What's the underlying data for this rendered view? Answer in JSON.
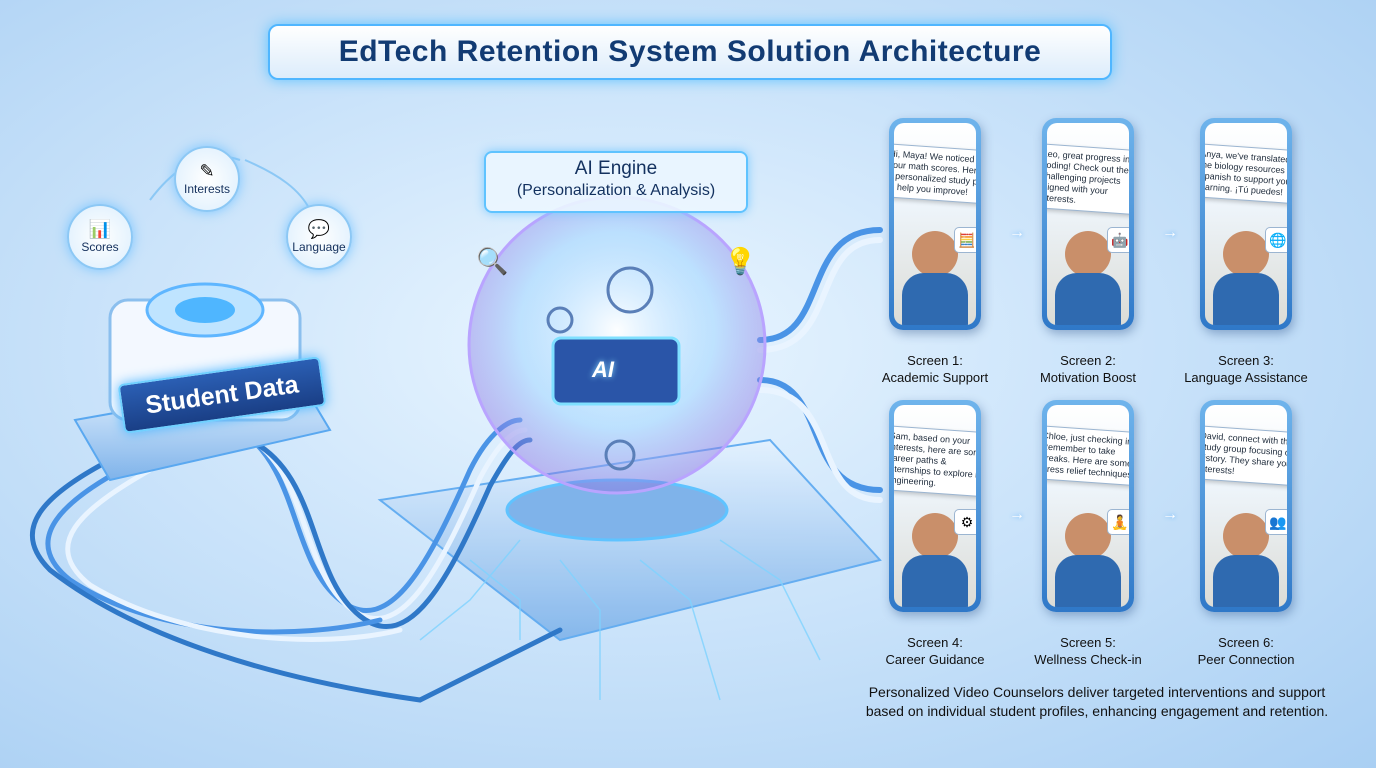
{
  "title": "EdTech Retention System Solution Architecture",
  "inputs": [
    {
      "label": "Interests",
      "icon": "pencil-icon",
      "glyph": "✎"
    },
    {
      "label": "Scores",
      "icon": "bar-chart-icon",
      "glyph": "📊"
    },
    {
      "label": "Language",
      "icon": "chat-bubble-icon",
      "glyph": "💬"
    }
  ],
  "student_data": {
    "label": "Student Data"
  },
  "ai_engine": {
    "title": "AI Engine",
    "subtitle": "(Personalization & Analysis)",
    "chip_label": "AI"
  },
  "screens": [
    {
      "title": "Screen 1:",
      "subtitle": "Academic Support",
      "message": "Hi, Maya! We noticed your math scores. Here's a personalized study plan to help you improve!",
      "icon": "calculator-icon",
      "glyph": "🧮"
    },
    {
      "title": "Screen 2:",
      "subtitle": "Motivation Boost",
      "message": "Leo, great progress in coding! Check out these challenging projects aligned with your interests.",
      "icon": "robot-icon",
      "glyph": "🤖"
    },
    {
      "title": "Screen 3:",
      "subtitle": "Language Assistance",
      "message": "Anya, we've translated the biology resources into Spanish to support your learning. ¡Tú puedes!",
      "icon": "translate-icon",
      "glyph": "🌐"
    },
    {
      "title": "Screen 4:",
      "subtitle": "Career Guidance",
      "message": "Sam, based on your interests, here are some career paths & internships to explore in engineering.",
      "icon": "engineering-icon",
      "glyph": "⚙"
    },
    {
      "title": "Screen 5:",
      "subtitle": "Wellness Check-in",
      "message": "Chloe, just checking in. Remember to take breaks. Here are some stress relief techniques.",
      "icon": "meditation-icon",
      "glyph": "🧘"
    },
    {
      "title": "Screen 6:",
      "subtitle": "Peer Connection",
      "message": "David, connect with this study group focusing on history. They share your interests!",
      "icon": "group-icon",
      "glyph": "👥"
    }
  ],
  "footer": "Personalized Video Counselors deliver targeted interventions and support based on individual student profiles, enhancing engagement and retention.",
  "colors": {
    "accent": "#4fb6ff",
    "title_text": "#123b73",
    "phone": "#2f78c8"
  }
}
